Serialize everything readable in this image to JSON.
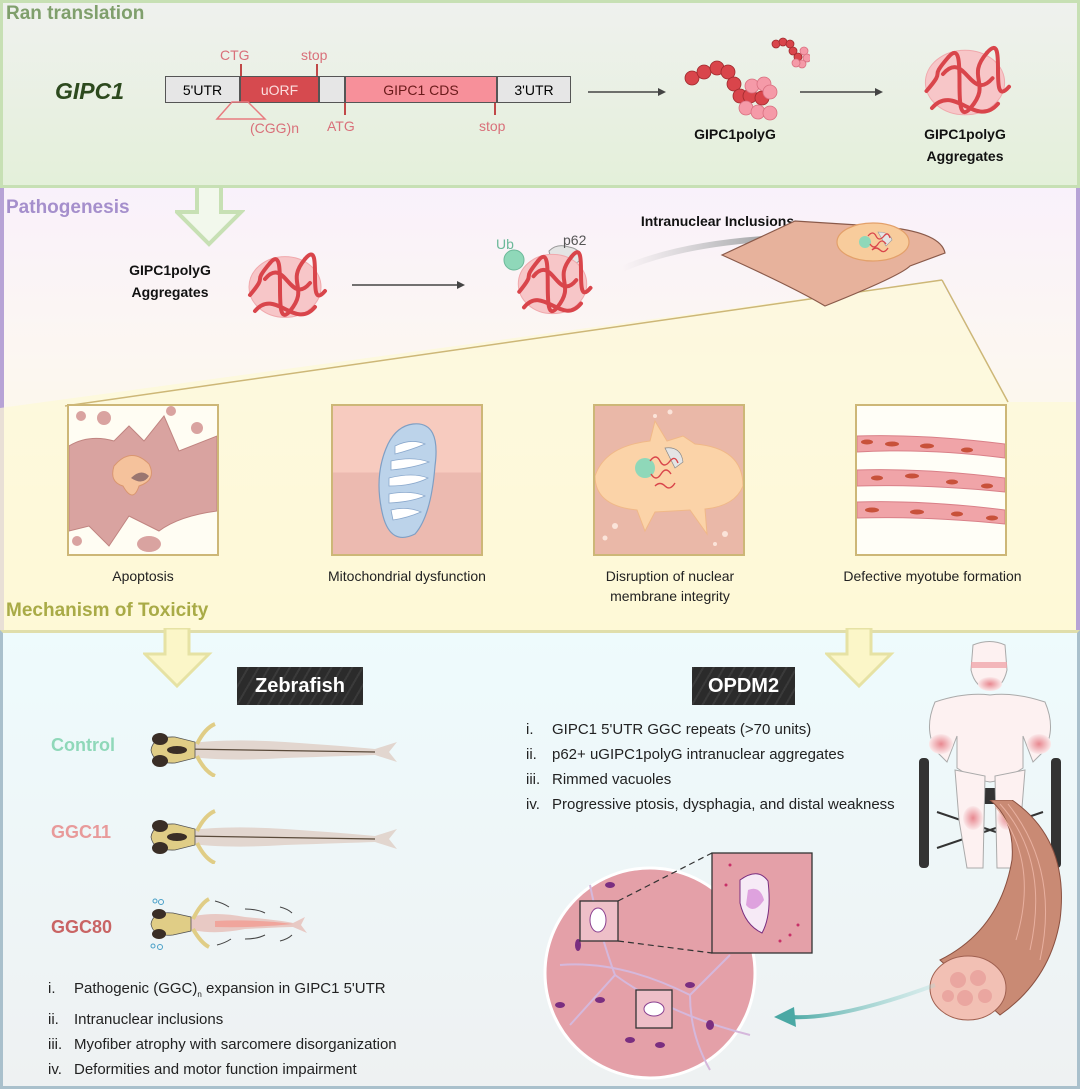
{
  "colors": {
    "ran_section_title": "#7f9f6c",
    "pathogenesis_section_title": "#a58fcc",
    "mechanism_section_title": "#a9ab47",
    "uorf": "#d64a4f",
    "cds": "#f7909a",
    "utr": "#e6e6e6",
    "annotation": "#d9707a",
    "control": "#8fd8b9",
    "ggc11": "#e89a9a",
    "ggc80": "#c96464"
  },
  "sections": {
    "ran_translation": "Ran translation",
    "pathogenesis": "Pathogenesis",
    "mechanism": "Mechanism of Toxicity"
  },
  "ran": {
    "gene": "GIPC1",
    "segments": [
      "5'UTR",
      "uORF",
      "",
      "GIPC1 CDS",
      "3'UTR"
    ],
    "annotations": {
      "ctg": "CTG",
      "stop_uorf": "stop",
      "cgg_repeat": "(CGG)n",
      "atg": "ATG",
      "stop_cds": "stop"
    },
    "product": "GIPC1polyG",
    "aggregates_line1": "GIPC1polyG",
    "aggregates_line2": "Aggregates"
  },
  "pathogenesis": {
    "aggregates_line1": "GIPC1polyG",
    "aggregates_line2": "Aggregates",
    "ub": "Ub",
    "p62": "p62",
    "inclusions": "Intranuclear Inclusions",
    "panels": [
      {
        "caption": "Apoptosis"
      },
      {
        "caption": "Mitochondrial dysfunction"
      },
      {
        "caption_line1": "Disruption of nuclear",
        "caption_line2": "membrane integrity"
      },
      {
        "caption": "Defective myotube formation"
      }
    ]
  },
  "mechanism": {
    "zebrafish": {
      "title": "Zebrafish",
      "groups": [
        "Control",
        "GGC11",
        "GGC80"
      ],
      "findings": [
        {
          "num": "i.",
          "pre": "Pathogenic (GGC)",
          "sub": "n",
          "post": " expansion in GIPC1 5'UTR"
        },
        {
          "num": "ii.",
          "text": "Intranuclear inclusions"
        },
        {
          "num": "iii.",
          "text": "Myofiber atrophy with sarcomere disorganization"
        },
        {
          "num": "iv.",
          "text": "Deformities and motor function impairment"
        }
      ]
    },
    "opdm2": {
      "title": "OPDM2",
      "findings": [
        {
          "num": "i.",
          "text": "GIPC1 5'UTR GGC repeats (>70 units)"
        },
        {
          "num": "ii.",
          "text": "p62+ uGIPC1polyG intranuclear aggregates"
        },
        {
          "num": "iii.",
          "text": "Rimmed vacuoles"
        },
        {
          "num": "iv.",
          "text": "Progressive ptosis, dysphagia, and distal weakness"
        }
      ]
    }
  }
}
